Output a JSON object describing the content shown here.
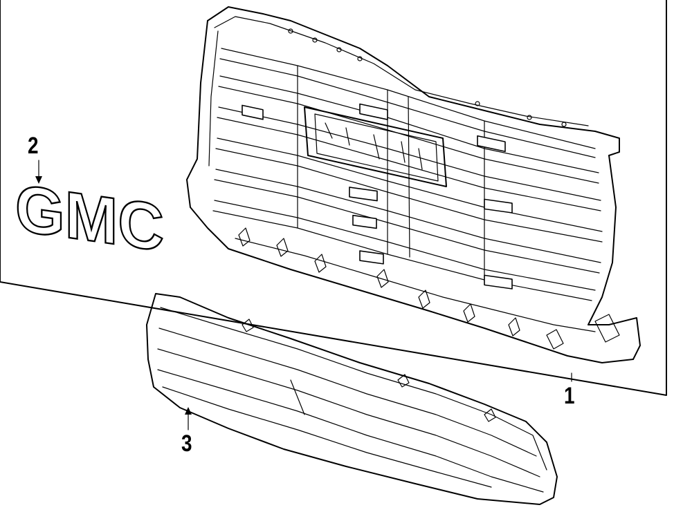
{
  "callouts": {
    "grille_assembly": "1",
    "emblem": "2",
    "lower_grille": "3"
  },
  "emblem_text": "GMC"
}
